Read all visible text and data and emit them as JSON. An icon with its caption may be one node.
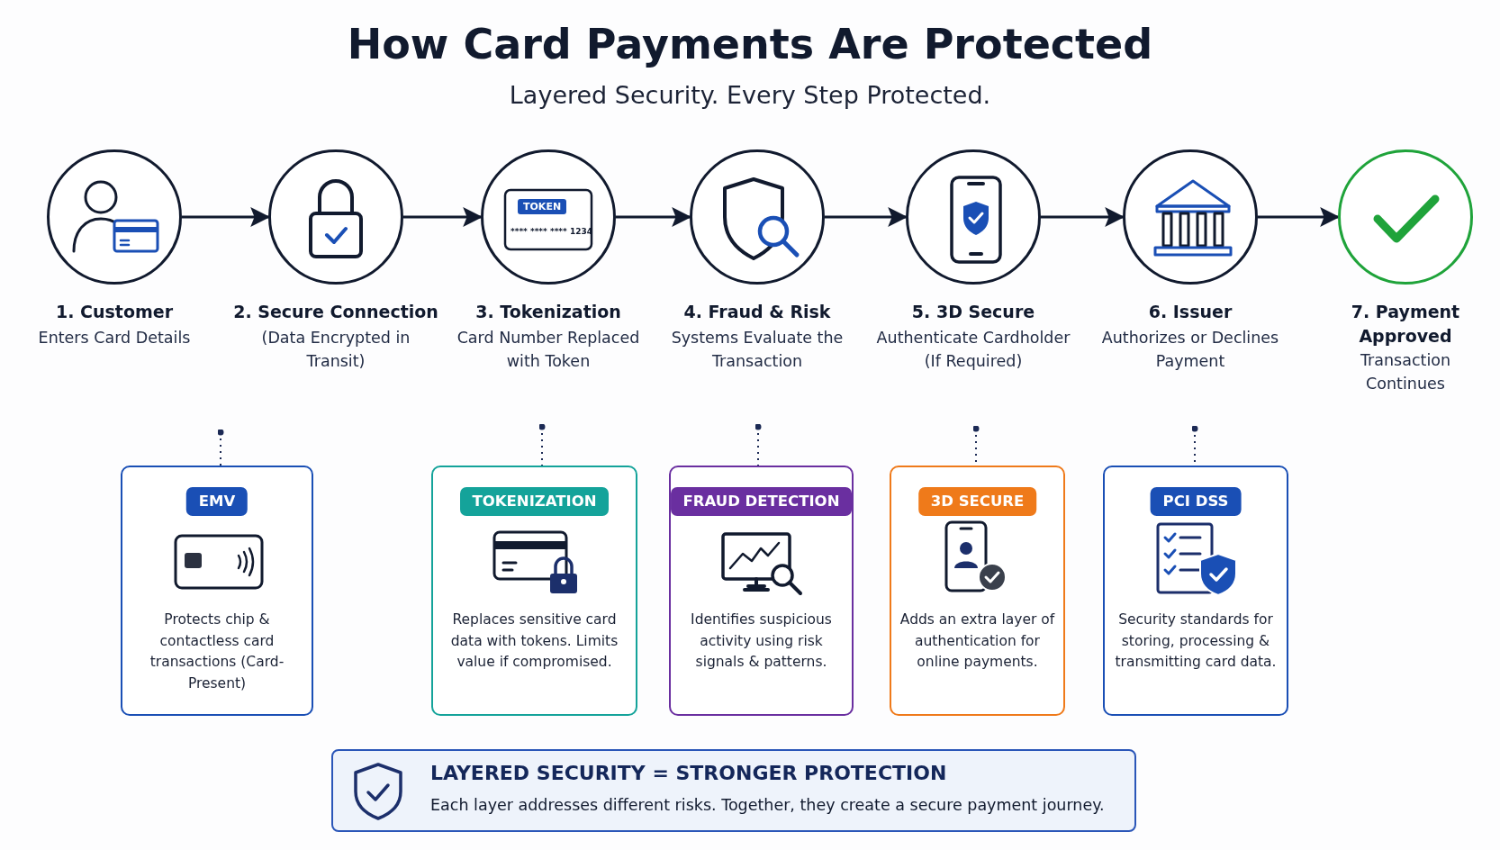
{
  "diagram": {
    "title": "How Card Payments Are Protected",
    "caption": "Layered Security. Every Step Protected.",
    "nodes": [
      {
        "text": [
          "1. Customer",
          "Enters Card Details"
        ]
      },
      {
        "text": [
          "2. Secure Connection",
          "(Data Encrypted in Transit)"
        ]
      },
      {
        "text": [
          "3. Tokenization",
          "Card Number Replaced with Token"
        ]
      },
      {
        "text": [
          "4. Fraud & Risk",
          "Systems Evaluate the Transaction"
        ]
      },
      {
        "text": [
          "5. 3D Secure",
          "Authenticate Cardholder (If Required)"
        ]
      },
      {
        "text": [
          "6. Issuer",
          "Authorizes or Declines Payment"
        ]
      },
      {
        "text": [
          "7. Payment Approved",
          "Transaction Continues"
        ]
      },
      {
        "text": [
          "EMV",
          "Protects chip & contactless card transactions (Card-Present)"
        ]
      },
      {
        "text": [
          "TOKENIZATION",
          "Replaces sensitive card data with tokens. Limits value if compromised."
        ]
      },
      {
        "text": [
          "FRAUD DETECTION",
          "Identifies suspicious activity using risk signals & patterns."
        ]
      },
      {
        "text": [
          "3D SECURE",
          "Adds an extra layer of authentication for online payments."
        ]
      },
      {
        "text": [
          "PCI DSS",
          "Security standards for storing, processing & transmitting card data."
        ]
      },
      {
        "text": [
          "LAYERED SECURITY = STRONGER PROTECTION",
          "Each layer addresses different risks. Together, they create a secure payment journey."
        ]
      }
    ],
    "edges": [
      {
        "from": 0,
        "to": 1,
        "arrow": "to"
      },
      {
        "from": 1,
        "to": 2,
        "arrow": "to"
      },
      {
        "from": 2,
        "to": 3,
        "arrow": "to"
      },
      {
        "from": 3,
        "to": 4,
        "arrow": "to"
      },
      {
        "from": 4,
        "to": 5,
        "arrow": "to"
      },
      {
        "from": 5,
        "to": 6,
        "arrow": "to"
      },
      {
        "from": null,
        "to": 7,
        "arrow": "other",
        "style": "dashed"
      },
      {
        "from": null,
        "to": 8,
        "arrow": "other",
        "style": "dashed"
      },
      {
        "from": null,
        "to": 9,
        "arrow": "other",
        "style": "dashed"
      },
      {
        "from": null,
        "to": 10,
        "arrow": "other",
        "style": "dashed"
      },
      {
        "from": null,
        "to": 11,
        "arrow": "other",
        "style": "dashed"
      }
    ],
    "labels": [
      "TOKEN",
      "**** **** **** 1234"
    ]
  }
}
